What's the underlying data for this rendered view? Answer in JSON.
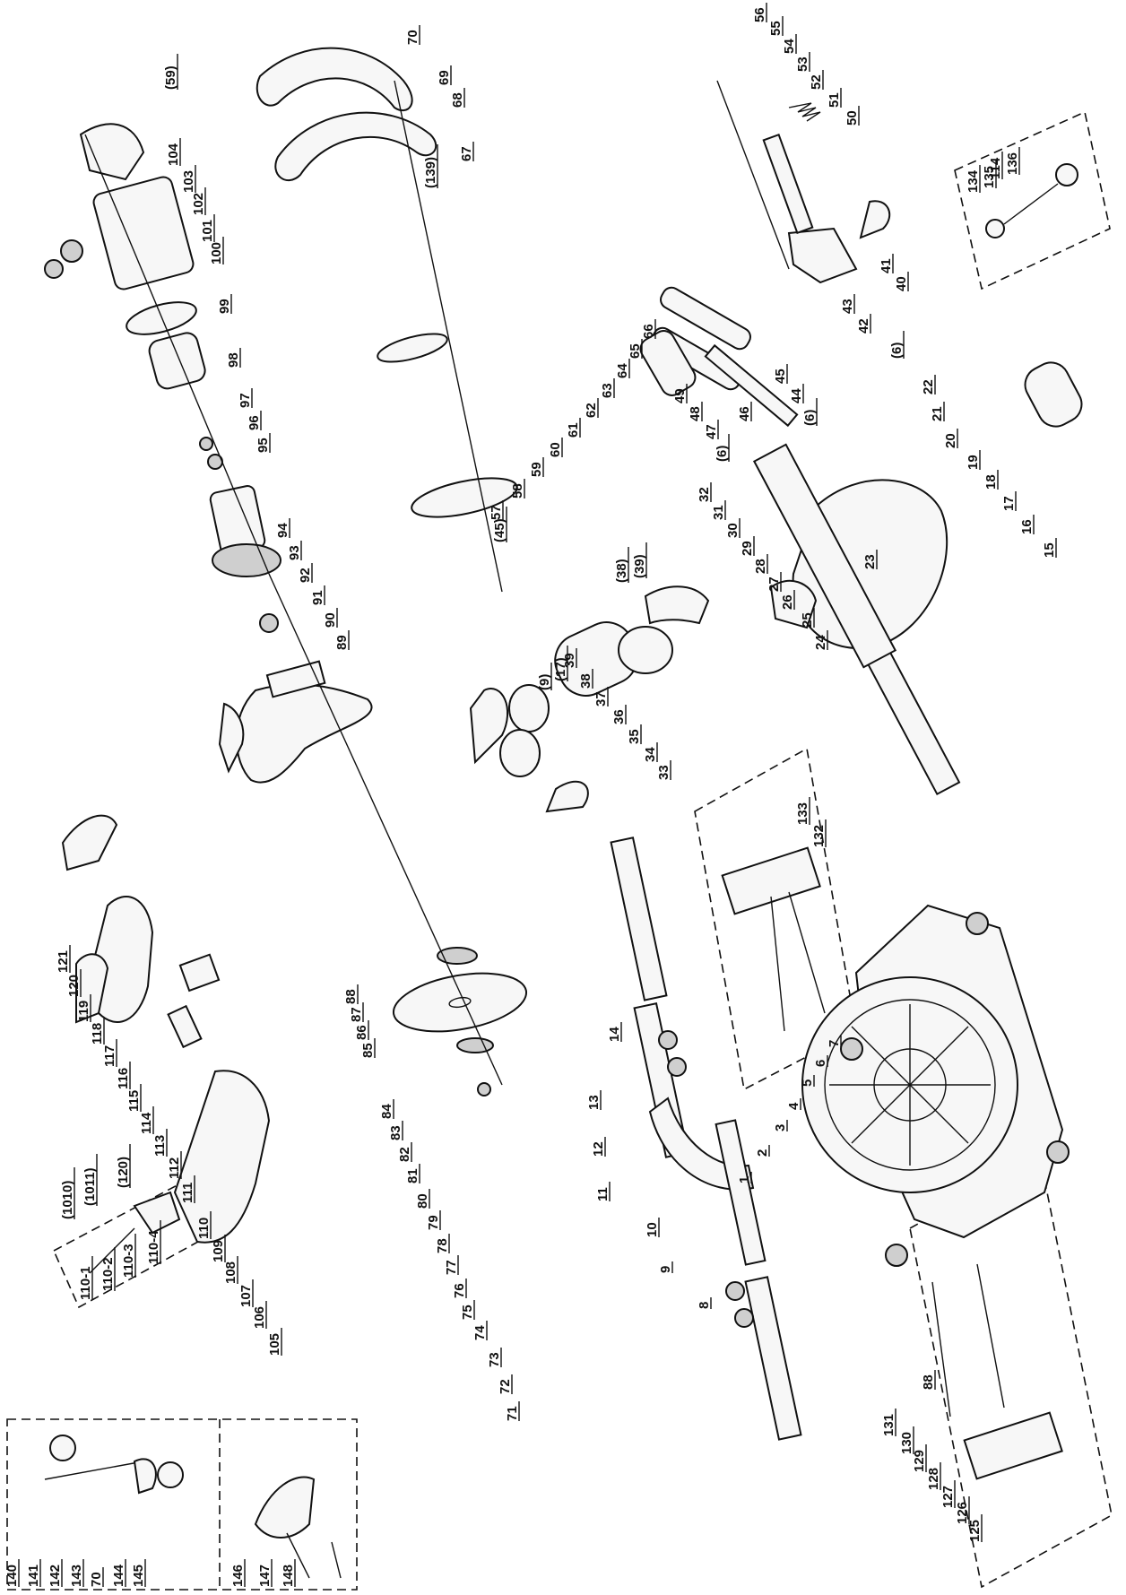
{
  "diagram": {
    "labels": {
      "p1": "1",
      "p2": "2",
      "p3": "3",
      "p4": "4",
      "p5": "5",
      "p6": "6",
      "p7": "7",
      "p8": "8",
      "p9": "9",
      "p10": "10",
      "p11": "11",
      "p12": "12",
      "p13": "13",
      "p14": "14",
      "p15": "15",
      "p16": "16",
      "p17": "17",
      "p18": "18",
      "p19": "19",
      "p20": "20",
      "p21": "21",
      "p22": "22",
      "p23": "23",
      "p24": "24",
      "p25": "25",
      "p26": "26",
      "p27": "27",
      "p28": "28",
      "p29": "29",
      "p30": "30",
      "p31": "31",
      "p32": "32",
      "p33": "33",
      "p34": "34",
      "p35": "35",
      "p36": "36",
      "p37": "37",
      "p38": "38",
      "p39": "39",
      "p40": "40",
      "p41": "41",
      "p42": "42",
      "p43": "43",
      "p44": "44",
      "p45": "45",
      "p46": "46",
      "p47": "47",
      "p48": "48",
      "p49": "49",
      "p50": "50",
      "p51": "51",
      "p52": "52",
      "p53": "53",
      "p54": "54",
      "p55": "55",
      "p56": "56",
      "p57": "57",
      "p58": "58",
      "p59": "59",
      "p60": "60",
      "p61": "61",
      "p62": "62",
      "p63": "63",
      "p64": "64",
      "p65": "65",
      "p66": "66",
      "p67": "67",
      "p68": "68",
      "p69": "69",
      "p70": "70",
      "p71": "71",
      "p72": "72",
      "p73": "73",
      "p74": "74",
      "p75": "75",
      "p76": "76",
      "p77": "77",
      "p78": "78",
      "p79": "79",
      "p80": "80",
      "p81": "81",
      "p82": "82",
      "p83": "83",
      "p84": "84",
      "p85": "85",
      "p86": "86",
      "p87": "87",
      "p88": "88",
      "p89": "89",
      "p90": "90",
      "p91": "91",
      "p92": "92",
      "p93": "93",
      "p94": "94",
      "p95": "95",
      "p96": "96",
      "p97": "97",
      "p98": "98",
      "p99": "99",
      "p100": "100",
      "p101": "101",
      "p102": "102",
      "p103": "103",
      "p104": "104",
      "p105": "105",
      "p106": "106",
      "p107": "107",
      "p108": "108",
      "p109": "109",
      "p110": "110",
      "p111": "111",
      "p112": "112",
      "p113": "113",
      "p114": "114",
      "p115": "115",
      "p116": "116",
      "p117": "117",
      "p118": "118",
      "p119": "119",
      "p120": "120",
      "p121": "121",
      "p125": "125",
      "p126": "126",
      "p127": "127",
      "p128": "128",
      "p129": "129",
      "p130": "130",
      "p131": "131",
      "p132": "132",
      "p133": "133",
      "p134": "134",
      "p135": "135",
      "p136": "136",
      "p140": "140",
      "p141": "141",
      "p142": "142",
      "p143": "143",
      "p144": "144",
      "p145": "145",
      "p146": "146",
      "p147": "147",
      "p148": "148",
      "p88b": "88",
      "p114b": "114",
      "p70b": "70",
      "p6a": "(6)",
      "p6b": "(6)",
      "p6c": "(6)",
      "p9b": "(9)",
      "p17b": "(17)",
      "p38b": "(38)",
      "p39b": "(39)",
      "p45b": "(45)",
      "p59b": "(59)",
      "p139": "(139)",
      "p1010": "(1010)",
      "p1011": "(1011)",
      "p120b": "(120)",
      "p110_1": "110-1",
      "p110_2": "110-2",
      "p110_3": "110-3",
      "p110_4": "110-4"
    }
  }
}
